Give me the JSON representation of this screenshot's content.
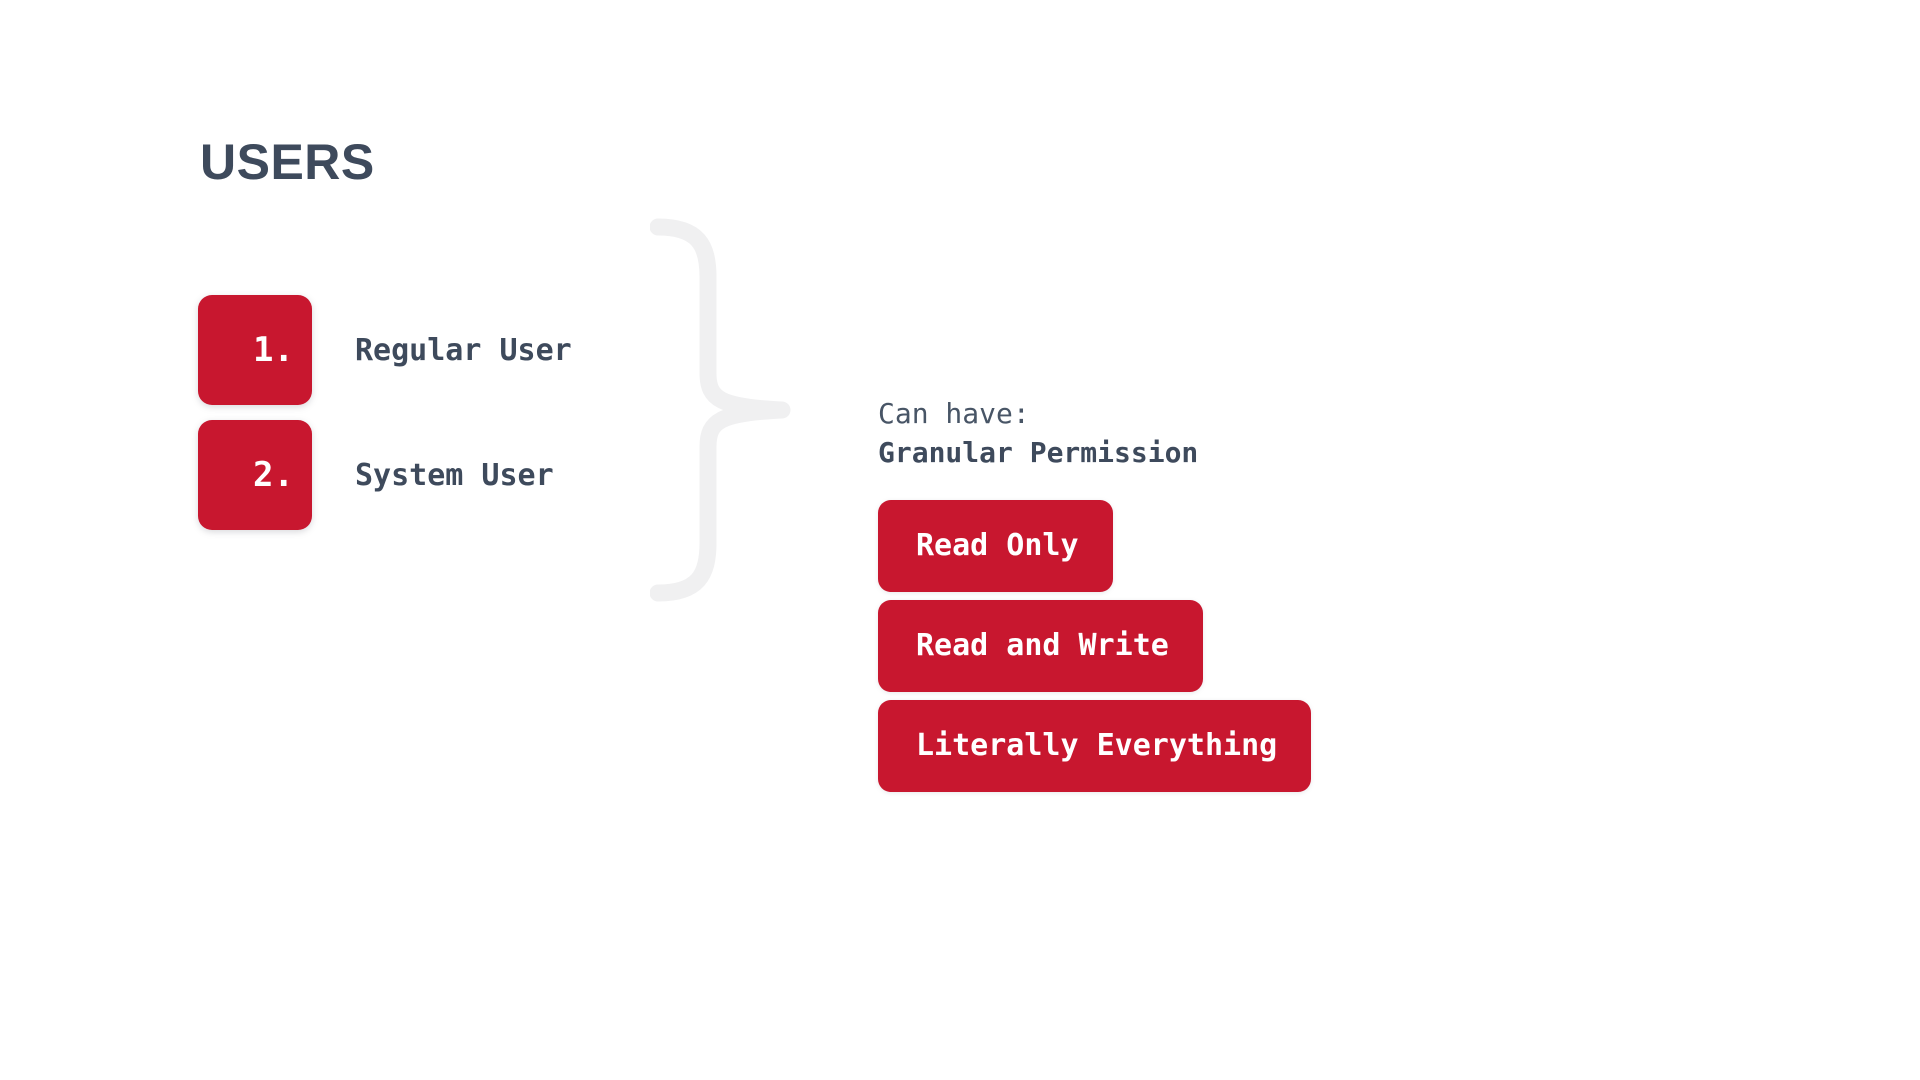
{
  "slide": {
    "title": "USERS",
    "background_color": "#FFFFFF",
    "accent_color": "#C8172F",
    "text_color": "#3E4A5C",
    "brace_color": "#F0F0F1"
  },
  "user_types": [
    {
      "number": "1.",
      "label": "Regular User"
    },
    {
      "number": "2.",
      "label": "System User"
    }
  ],
  "connector": {
    "icon": "curly-brace-right",
    "color": "#F0F0F1"
  },
  "permissions": {
    "caption_line1": "Can have:",
    "caption_line2": "Granular Permission",
    "levels": [
      {
        "label": "Read Only"
      },
      {
        "label": "Read and Write"
      },
      {
        "label": "Literally Everything"
      }
    ]
  }
}
